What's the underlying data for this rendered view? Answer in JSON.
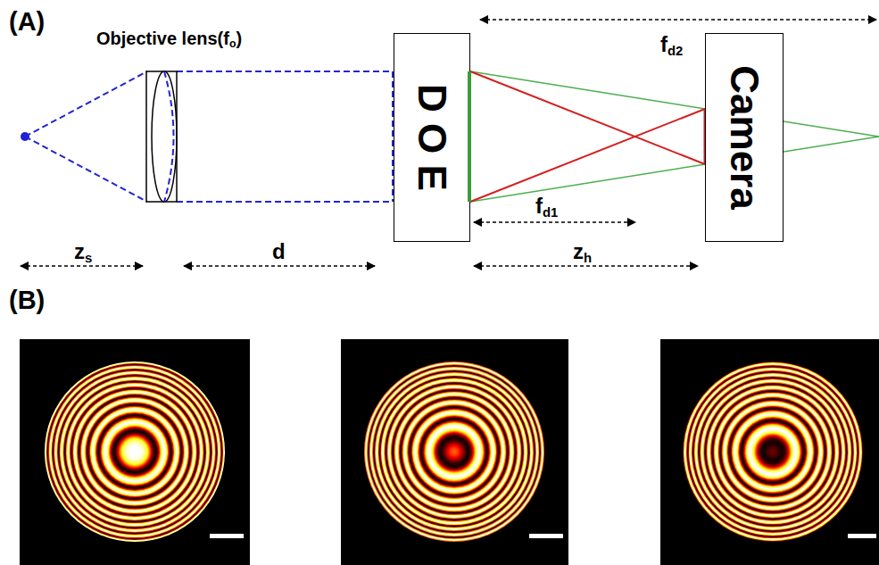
{
  "diagram": {
    "nodes": [
      {
        "text": [
          "D O E"
        ]
      },
      {
        "text": [
          "Camera"
        ]
      }
    ],
    "labels": [
      "(A)",
      "Objective lens(fo)",
      "zs",
      "d",
      "fd1",
      "zh",
      "fd2",
      "(B)"
    ]
  }
}
